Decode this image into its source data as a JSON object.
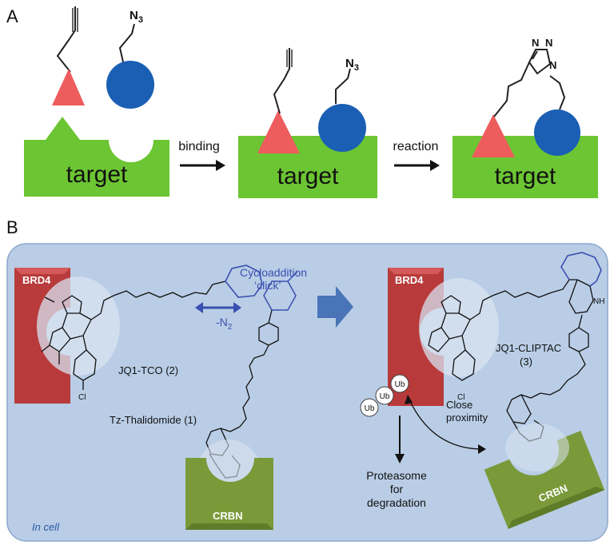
{
  "panel_a": {
    "label": "A",
    "target_label": "target",
    "azide_label": "N",
    "azide_subscript": "3",
    "triazole_n": "N",
    "arrow1_label": "binding",
    "arrow2_label": "reaction"
  },
  "panel_b": {
    "label": "B",
    "brd4_label": "BRD4",
    "brd4_label_right": "BRD4",
    "crbn_label": "CRBN",
    "crbn_label_right": "CRBN",
    "cycloaddition_label": "Cycloaddition",
    "click_label": "‘click’",
    "n2_loss_label": "-N",
    "n2_subscript": "2",
    "jq1_tco_label": "JQ1-TCO (2)",
    "tz_thalidomide_label": "Tz-Thalidomide (1)",
    "jq1_cliptac_label": "JQ1-CLIPTAC",
    "jq1_cliptac_number": "(3)",
    "close_label": "Close",
    "proximity_label": "proximity",
    "ub_label": "Ub",
    "proteasome_line1": "Proteasome",
    "proteasome_line2": "for",
    "proteasome_line3": "degradation",
    "in_cell_label": "In cell",
    "nh_label": "NH",
    "cl_label": "Cl"
  },
  "colors": {
    "target_green": "#6cc533",
    "triangle_red": "#ee5d5d",
    "circle_blue": "#1a5fb4",
    "cell_bg": "#b9cde6",
    "cell_border": "#8aa7cc",
    "brd4_red": "#b83a3a",
    "crbn_green": "#7a9a3a",
    "click_blue": "#3a4fb0",
    "big_arrow": "#4a74b8"
  }
}
